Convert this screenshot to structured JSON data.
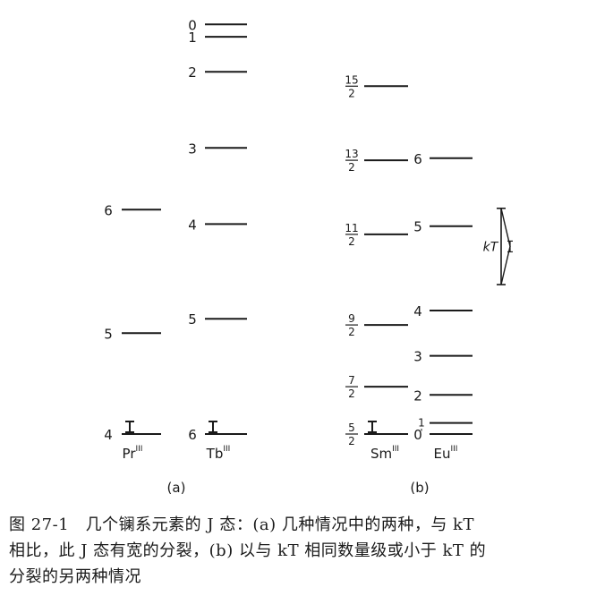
{
  "panel_a": {
    "label": "(a)",
    "columns": [
      {
        "ion": "Pr",
        "ion_sup": "III",
        "levels": [
          {
            "j": "6",
            "energy": 5.45
          },
          {
            "j": "5",
            "energy": 2.45
          },
          {
            "j": "4",
            "energy": 0
          }
        ]
      },
      {
        "ion": "Tb",
        "ion_sup": "III",
        "levels": [
          {
            "j": "0",
            "energy": 9.95
          },
          {
            "j": "1",
            "energy": 9.65
          },
          {
            "j": "2",
            "energy": 8.8
          },
          {
            "j": "3",
            "energy": 6.95
          },
          {
            "j": "4",
            "energy": 5.1
          },
          {
            "j": "5",
            "energy": 2.8
          },
          {
            "j": "6",
            "energy": 0
          }
        ]
      }
    ]
  },
  "panel_b": {
    "label": "(b)",
    "columns": [
      {
        "ion": "Sm",
        "ion_sup": "III",
        "levels": [
          {
            "num": "15",
            "den": "2",
            "energy": 8.45
          },
          {
            "num": "13",
            "den": "2",
            "energy": 6.65
          },
          {
            "num": "11",
            "den": "2",
            "energy": 4.85
          },
          {
            "num": "9",
            "den": "2",
            "energy": 2.65
          },
          {
            "num": "7",
            "den": "2",
            "energy": 1.15
          },
          {
            "num": "5",
            "den": "2",
            "energy": 0
          }
        ]
      },
      {
        "ion": "Eu",
        "ion_sup": "III",
        "levels": [
          {
            "j": "6",
            "energy": 6.7
          },
          {
            "j": "5",
            "energy": 5.05
          },
          {
            "j": "4",
            "energy": 3.0
          },
          {
            "j": "3",
            "energy": 1.9
          },
          {
            "j": "2",
            "energy": 0.95
          },
          {
            "j": "1",
            "energy": 0.27
          },
          {
            "j": "0",
            "energy": 0
          }
        ]
      }
    ],
    "kt_label": "kT"
  },
  "caption": {
    "line1": "图 27-1　几个镧系元素的 J 态：(a) 几种情况中的两种，与 kT",
    "line2": "相比，此 J 态有宽的分裂，(b) 以与 kT 相同数量级或小于 kT 的",
    "line3": "分裂的另两种情况"
  }
}
